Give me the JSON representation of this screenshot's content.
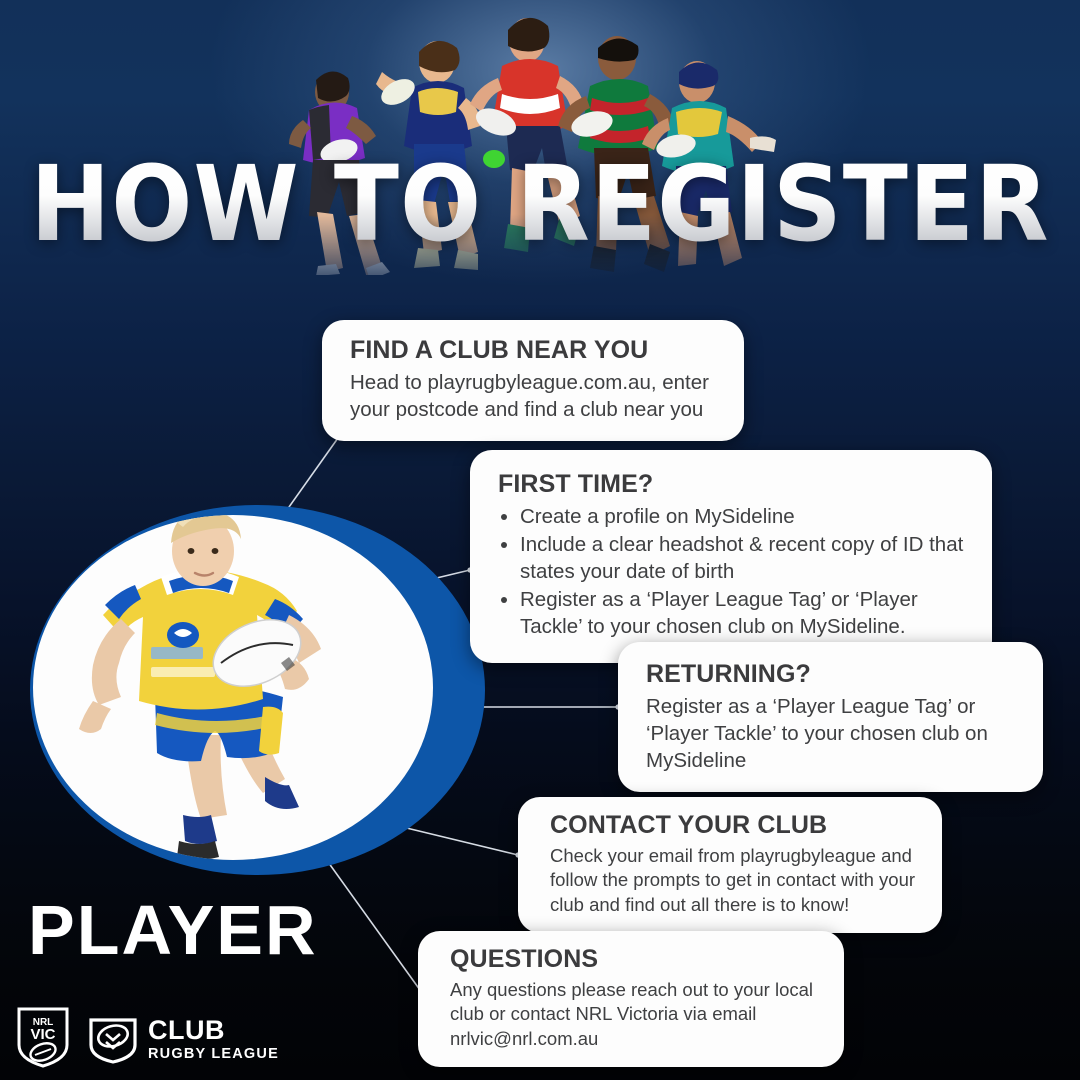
{
  "title": "HOW TO REGISTER",
  "role_label": "PLAYER",
  "cards": [
    {
      "id": "find",
      "heading": "FIND A CLUB NEAR YOU",
      "body": "Head to playrugbyleague.com.au, enter your postcode and find a club near you"
    },
    {
      "id": "first",
      "heading": "FIRST TIME?",
      "bullets": [
        "Create a profile on MySideline",
        "Include a clear headshot & recent copy of ID that states your date of birth",
        "Register as a ‘Player League Tag’ or ‘Player Tackle’ to your chosen club on MySideline."
      ]
    },
    {
      "id": "returning",
      "heading": "RETURNING?",
      "body": "Register as a ‘Player League Tag’ or ‘Player Tackle’ to your chosen club on MySideline"
    },
    {
      "id": "contact",
      "heading": "CONTACT YOUR CLUB",
      "body": "Check your email from playrugbyleague and follow the prompts to get in contact with your club and find out all there is to know!"
    },
    {
      "id": "questions",
      "heading": "QUESTIONS",
      "body": "Any questions please reach out to your local club or contact NRL Victoria via email nrlvic@nrl.com.au"
    }
  ],
  "logos": {
    "nrl_vic": {
      "line1": "NRL",
      "line2": "VIC"
    },
    "club": {
      "line1": "CLUB",
      "line2": "RUGBY LEAGUE"
    }
  },
  "colors": {
    "background_top": "#123059",
    "background_bottom": "#020306",
    "oval_ring": "#0d56a8",
    "card_bg": "#fdfdfd",
    "card_text": "#3f4042",
    "heading_text": "#3b3b3d",
    "connector_line": "#e8eef6",
    "title_gradient_top": "#ffffff",
    "title_gradient_bottom": "#b9bcc2"
  },
  "athletes": [
    {
      "name": "athlete-purple-jersey",
      "jersey": "#7a2ec4",
      "accent": "#1a1a1a"
    },
    {
      "name": "athlete-blue-gold-junior",
      "jersey": "#1a2d7a",
      "accent": "#e8c84a"
    },
    {
      "name": "athlete-red-white-centre",
      "jersey": "#d8342a",
      "accent": "#ffffff"
    },
    {
      "name": "athlete-green-red",
      "jersey": "#0f7a3d",
      "accent": "#c4242b"
    },
    {
      "name": "athlete-teal-gold",
      "jersey": "#179a9a",
      "accent": "#e3c83c"
    }
  ],
  "hero": {
    "name": "junior-player-photo",
    "jersey": "#f2d23c",
    "shorts": "#1558c0"
  }
}
